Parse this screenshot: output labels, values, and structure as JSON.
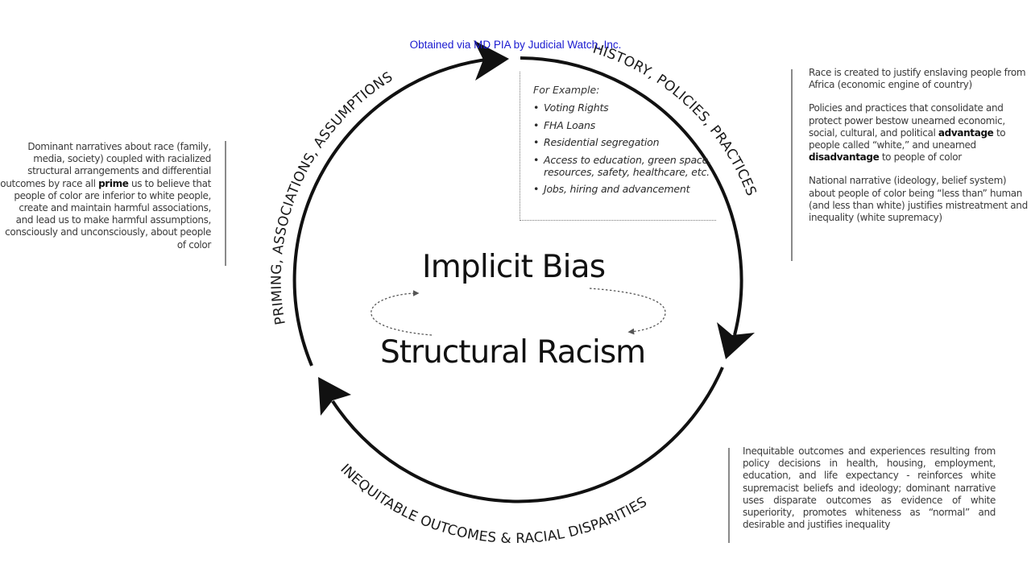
{
  "watermark": "Obtained via MD PIA by Judicial Watch, Inc.",
  "cycle": {
    "top_left_arc_label": "PRIMING, ASSOCIATIONS, ASSUMPTIONS",
    "top_right_arc_label": "HISTORY, POLICIES, PRACTICES",
    "bottom_arc_label": "INEQUITABLE OUTCOMES & RACIAL DISPARITIES",
    "direction": "clockwise"
  },
  "center": {
    "top_label": "Implicit Bias",
    "bottom_label": "Structural Racism"
  },
  "examples": {
    "title": "For Example:",
    "items": [
      "Voting Rights",
      "FHA Loans",
      "Residential segregation",
      "Access to education, green space, resources, safety, healthcare, etc.",
      "Jobs, hiring and advancement"
    ]
  },
  "notes": {
    "left": {
      "before_bold": "Dominant narratives about race (family, media, society) coupled with racialized structural arrangements and differential outcomes by race all ",
      "bold": "prime",
      "after_bold": " us to believe that people of color are inferior to white people, create and maintain harmful associations, and lead us to make harmful assumptions, consciously and unconsciously, about people of color"
    },
    "right": {
      "p1": "Race is created to justify enslaving people from Africa (economic engine of country)",
      "p2_a": "Policies and practices that consolidate and protect power bestow unearned economic, social, cultural, and political ",
      "p2_bold1": "advantage",
      "p2_b": " to people called “white,” and unearned ",
      "p2_bold2": "disadvantage",
      "p2_c": " to people of color",
      "p3": "National narrative (ideology, belief system) about people of color being “less than” human (and less than white) justifies mistreatment and inequality (white supremacy)"
    },
    "bottom": "Inequitable outcomes and experiences resulting from policy decisions in health, housing, employment, education, and life expectancy - reinforces white supremacist beliefs and ideology; dominant narrative uses disparate outcomes as evidence of white superiority, promotes whiteness as “normal” and desirable and justifies inequality"
  },
  "colors": {
    "watermark": "#1a1ad0",
    "stroke": "#111111",
    "text": "#333333"
  }
}
